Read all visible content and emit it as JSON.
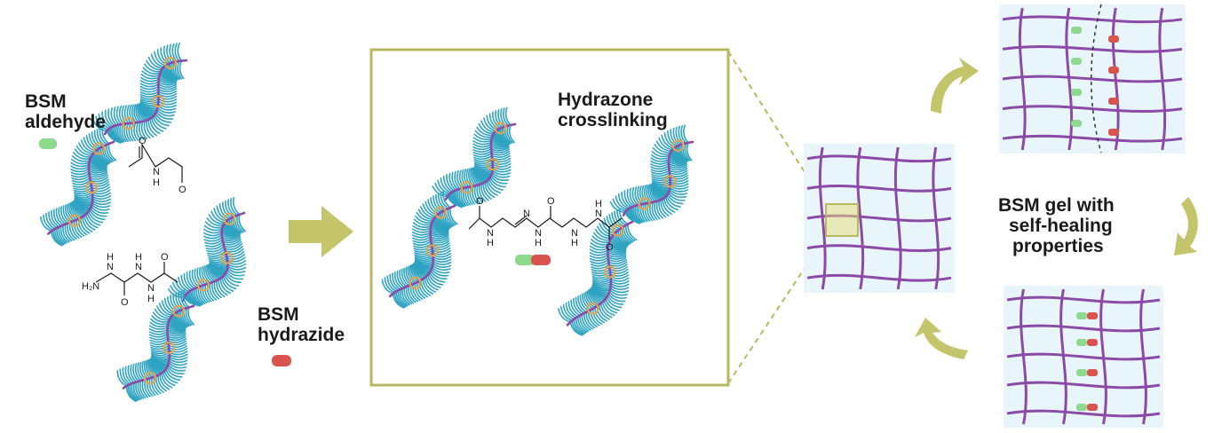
{
  "labels": {
    "aldehyde_line1": "BSM",
    "aldehyde_line2": "aldehyde",
    "hydrazide_line1": "BSM",
    "hydrazide_line2": "hydrazide",
    "crosslink_line1": "Hydrazone",
    "crosslink_line2": "crosslinking",
    "gel_line1": "BSM gel with",
    "gel_line2": "self-healing",
    "gel_line3": "properties"
  },
  "chem": {
    "O": "O",
    "N": "N",
    "H": "H",
    "NH2": "H₂N"
  },
  "colors": {
    "backbone": "#8b4aa8",
    "glycan": "#2ea3c2",
    "node": "#e6a54a",
    "aldehyde": "#8fd98f",
    "hydrazide": "#d9534f",
    "arrow": "#c4c46a",
    "box": "#b8b860",
    "gel_bg": "#e8f6fb",
    "network": "#8b4aa8"
  }
}
